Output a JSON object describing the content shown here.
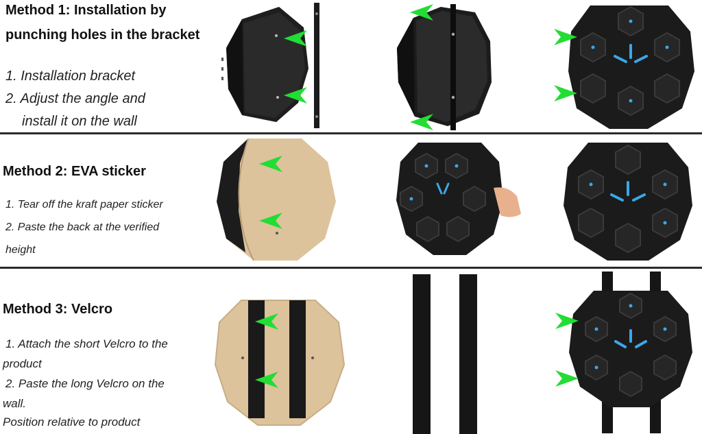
{
  "method1": {
    "title_line1": "Method 1: Installation by",
    "title_line2": "punching holes in the bracket",
    "step1": "1. Installation bracket",
    "step2_line1": "2. Adjust the angle and",
    "step2_line2": "install it on the wall"
  },
  "method2": {
    "title": "Method 2: EVA sticker",
    "step1": "1. Tear off the kraft paper sticker",
    "step2_line1": "2. Paste the back at the verified",
    "step2_line2": "height"
  },
  "method3": {
    "title": "Method 3: Velcro",
    "step1_line1": "1. Attach the short Velcro to the",
    "step1_line2": "product",
    "step2_line1": "2. Paste the long Velcro on the",
    "step2_line2": "wall.",
    "step3": "Position relative to product"
  },
  "colors": {
    "arrow": "#22dd33",
    "device": "#262626",
    "light": "#3aa8e8",
    "kraft": "#dcc39c",
    "divider": "#2a2a2a"
  },
  "icons": {
    "arrow": "green-arrow-icon",
    "device": "boxing-target-device"
  }
}
